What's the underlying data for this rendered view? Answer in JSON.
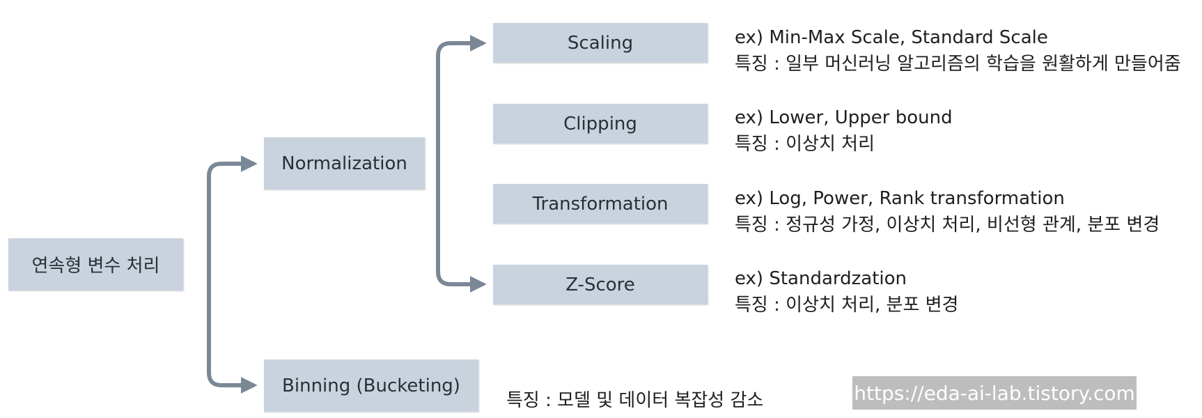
{
  "root": {
    "label": "연속형 변수 처리"
  },
  "level1": {
    "normalization": {
      "label": "Normalization"
    },
    "binning": {
      "label": "Binning (Bucketing)",
      "feature": "특징 : 모델 및 데이터 복잡성 감소"
    }
  },
  "techniques": [
    {
      "label": "Scaling",
      "example": "ex) Min-Max Scale, Standard Scale",
      "feature": "특징 : 일부 머신러닝 알고리즘의 학습을 원활하게 만들어줌"
    },
    {
      "label": "Clipping",
      "example": "ex) Lower, Upper bound",
      "feature": "특징 : 이상치 처리"
    },
    {
      "label": "Transformation",
      "example": "ex) Log, Power, Rank transformation",
      "feature": "특징 : 정규성 가정, 이상치 처리, 비선형 관계, 분포 변경"
    },
    {
      "label": "Z-Score",
      "example": "ex) Standardzation",
      "feature": "특징 : 이상치 처리, 분포 변경"
    }
  ],
  "watermark": "https://eda-ai-lab.tistory.com",
  "colors": {
    "box": "#c9d3de",
    "arrow": "#7a8896",
    "watermark_bg": "#bdbdbd"
  }
}
